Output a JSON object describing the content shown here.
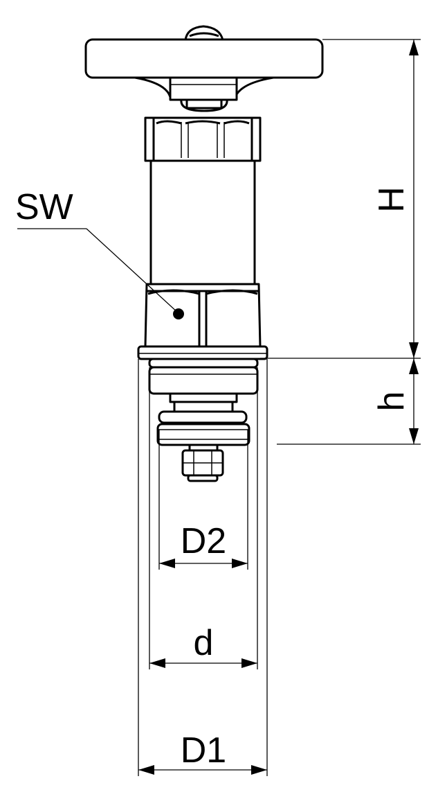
{
  "labels": {
    "sw": "SW",
    "h_upper": "H",
    "h_lower": "h",
    "d2": "D2",
    "d": "d",
    "d1": "D1"
  }
}
